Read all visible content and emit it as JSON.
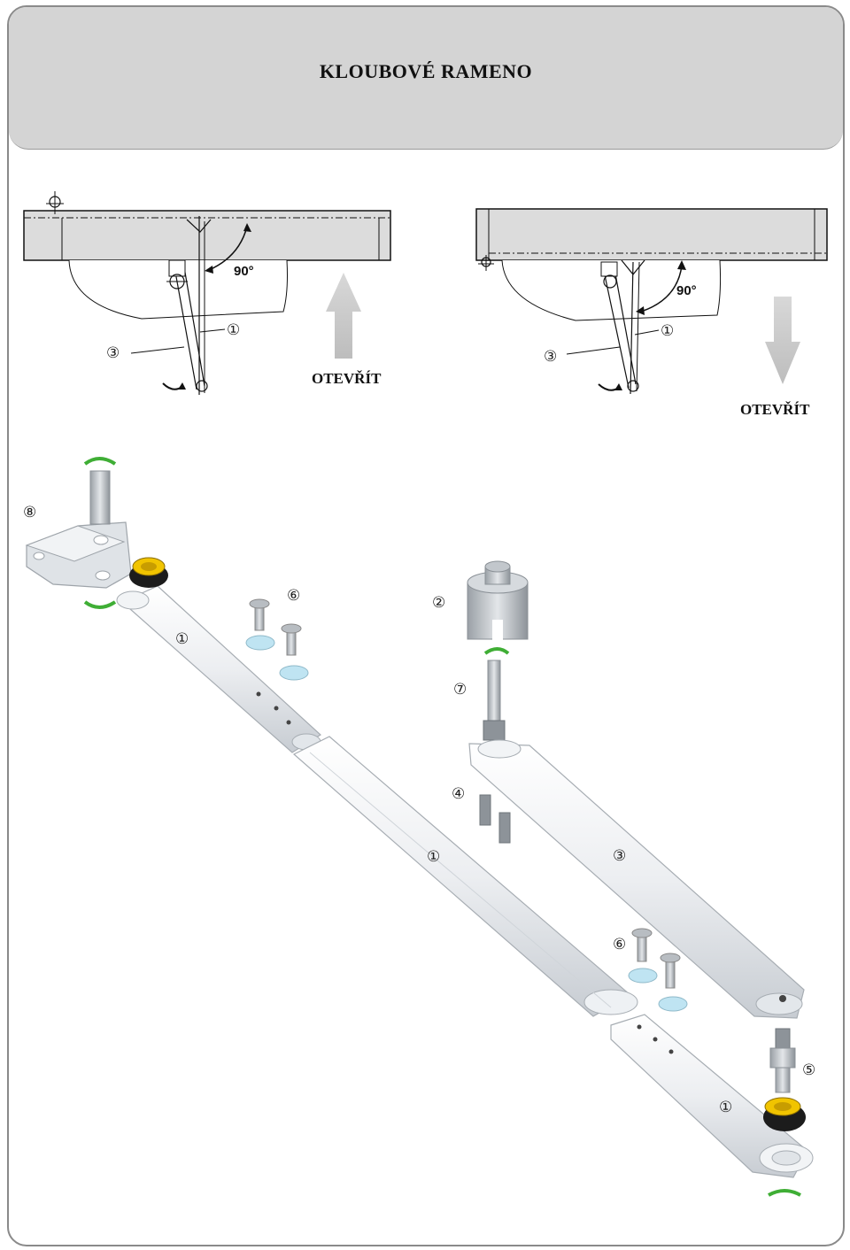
{
  "title": "KLOUBOVÉ RAMENO",
  "diagram_left": {
    "angle": "90°",
    "part_a": "①",
    "part_b": "③",
    "action": "OTEVŘÍT"
  },
  "diagram_right": {
    "angle": "90°",
    "part_a": "①",
    "part_b": "③",
    "action": "OTEVŘÍT"
  },
  "parts": {
    "p1": "①",
    "p2": "②",
    "p3": "③",
    "p4": "④",
    "p5": "⑤",
    "p6": "⑥",
    "p7": "⑦",
    "p8": "⑧"
  },
  "colors": {
    "arm": "#e9ecef",
    "arm_edge": "#b9bec4",
    "clip": "#3fae35",
    "washer": "#bfe4f2",
    "bushing": "#f1c400",
    "rubber": "#1c1c1c",
    "arrow": "#cfcfcf"
  }
}
